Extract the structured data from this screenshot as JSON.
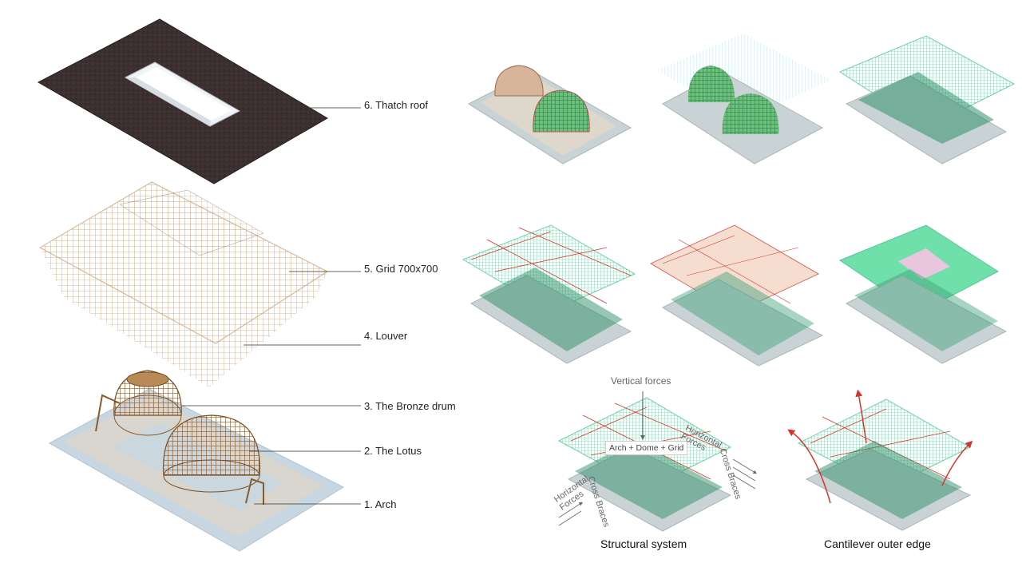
{
  "layers": [
    {
      "id": "thatch",
      "label": "6. Thatch roof"
    },
    {
      "id": "grid",
      "label": "5. Grid 700x700"
    },
    {
      "id": "louver",
      "label": "4. Louver"
    },
    {
      "id": "drum",
      "label": "3. The Bronze drum"
    },
    {
      "id": "lotus",
      "label": "2. The Lotus"
    },
    {
      "id": "arch",
      "label": "1. Arch"
    }
  ],
  "diagrams": {
    "structural": {
      "caption": "Structural system",
      "vertical_forces": "Vertical forces",
      "box": "Arch + Dome + Grid",
      "horizontal_forces": "Horizontal Forces",
      "cross_braces": "Cross Braces"
    },
    "cantilever": {
      "caption": "Cantilever outer edge"
    }
  },
  "colors": {
    "thatch": "#3b2f2f",
    "wood": "#c9a57a",
    "grid_green": "#4fc99a",
    "slab": "#c9d3d6",
    "brace_red": "#d8332b",
    "roof_green": "#6fe0aa",
    "skylight_pink": "#e8c6dd"
  }
}
